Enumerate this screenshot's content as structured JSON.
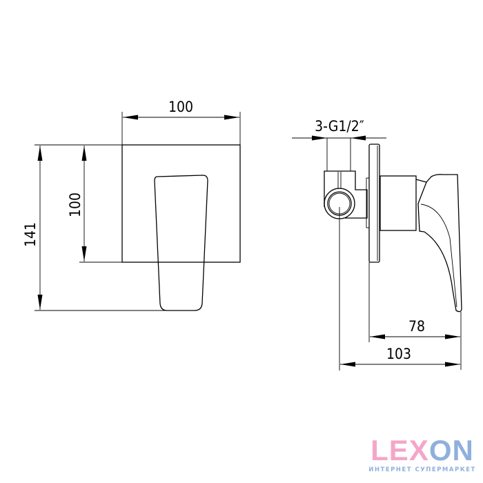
{
  "dimensions": {
    "front_width": "100",
    "front_height": "100",
    "total_height": "141",
    "inlet_thread": "3-G1/2″",
    "handle_depth": "78",
    "total_depth": "103"
  },
  "logo": {
    "word_pink": "LEX",
    "word_blue": "ON",
    "subtitle": "ИНТЕРНЕТ СУПЕРМАРКЕТ"
  }
}
